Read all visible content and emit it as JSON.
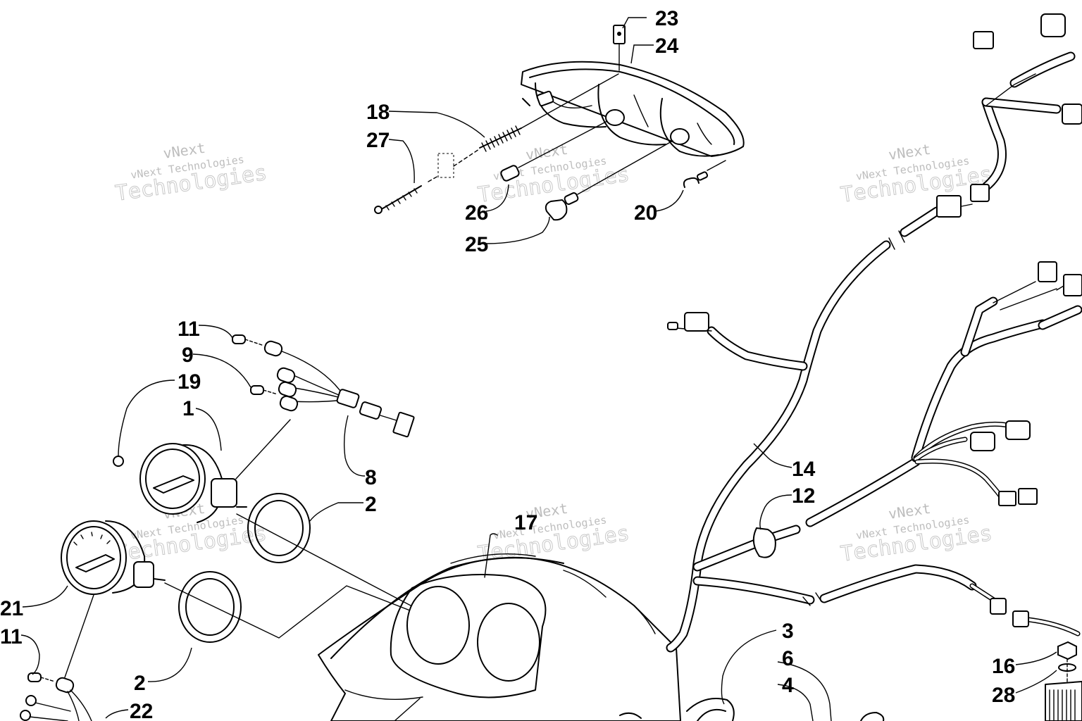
{
  "watermark": {
    "small": "vNext Technologies",
    "top": "vNext",
    "big": "Technologies"
  },
  "callouts": {
    "c23": "23",
    "c24": "24",
    "c18": "18",
    "c27": "27",
    "c26": "26",
    "c25": "25",
    "c20": "20",
    "c11_top": "11",
    "c9": "9",
    "c19": "19",
    "c1": "1",
    "c8": "8",
    "c2_top": "2",
    "c17": "17",
    "c14": "14",
    "c12": "12",
    "c21": "21",
    "c11_bottom": "11",
    "c2_bottom": "2",
    "c22": "22",
    "c3": "3",
    "c6": "6",
    "c4": "4",
    "c16": "16",
    "c28": "28"
  }
}
